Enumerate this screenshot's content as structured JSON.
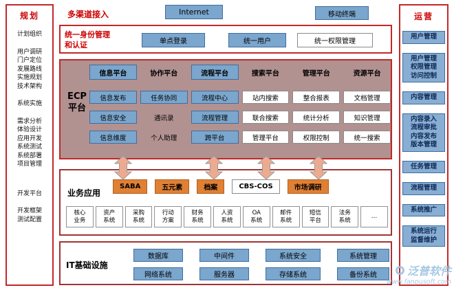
{
  "top": {
    "label": "多渠道接入",
    "internet": "Internet",
    "mobile": "移动终端"
  },
  "auth": {
    "label": "统一身份管理\n和认证",
    "sso": "单点登录",
    "unified_user": "统一用户",
    "unified_perm": "统一权限管理"
  },
  "ecp": {
    "label": "ECP\n平台",
    "columns": [
      {
        "header": "信息平台",
        "items": [
          "信息发布",
          "信息安全",
          "信息维度"
        ]
      },
      {
        "header": "协作平台",
        "items": [
          "任务协同",
          "通讯录",
          "个人助理"
        ]
      },
      {
        "header": "流程平台",
        "items": [
          "流程中心",
          "流程管理",
          "跨平台"
        ]
      },
      {
        "header": "搜索平台",
        "items": [
          "站内搜索",
          "联合搜索",
          "管理平台"
        ]
      },
      {
        "header": "管理平台",
        "items": [
          "整合报表",
          "统计分析",
          "权限控制"
        ]
      },
      {
        "header": "资源平台",
        "items": [
          "文档管理",
          "知识管理",
          "统一搜索"
        ]
      }
    ]
  },
  "business": {
    "label": "业务应用",
    "apps": [
      "SABA",
      "五元素",
      "档案",
      "CBS-COS",
      "市场调研"
    ],
    "systems": [
      "核心\n业务",
      "资产\n系统",
      "采购\n系统",
      "行动\n方案",
      "财务\n系统",
      "人资\n系统",
      "OA\n系统",
      "邮件\n系统",
      "短信\n平台",
      "法务\n系统",
      "…"
    ]
  },
  "it": {
    "label": "IT基础设施",
    "row1": [
      "数据库",
      "中间件",
      "系统安全",
      "系统管理"
    ],
    "row2": [
      "网络系统",
      "服务器",
      "存储系统",
      "备份系统"
    ]
  },
  "left_sidebar": {
    "title": "规划",
    "groups": [
      [
        "计划组织"
      ],
      [
        "用户调研",
        "门户定位",
        "发展路线",
        "实施规划",
        "技术架构"
      ],
      [
        "系统实施"
      ],
      [
        "需求分析",
        "体验设计",
        "应用开发",
        "系统测试",
        "系统部署",
        "项目管理"
      ],
      [
        "开发平台"
      ],
      [
        "开发框架",
        "测试配置"
      ]
    ]
  },
  "right_sidebar": {
    "title": "运营",
    "boxes": [
      "用户管理",
      "用户管理\n权限管理\n访问控制",
      "内容管理",
      "内容录入\n流程审批\n内容发布\n版本管理",
      "任务管理",
      "流程管理",
      "系统推广",
      "系统运行\n监督维护"
    ]
  },
  "watermark": {
    "brand": "泛普软件",
    "url": "www.fanpusoft.com"
  }
}
